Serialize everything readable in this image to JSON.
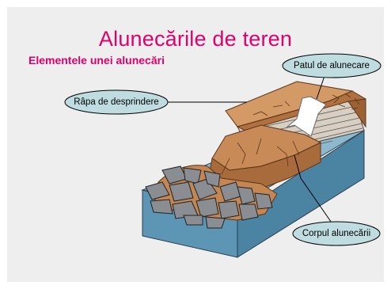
{
  "slide": {
    "title": "Alunecările de teren",
    "subtitle": "Elementele unei alunecări"
  },
  "labels": {
    "scarp": "Râpa de desprindere",
    "slip_surface": "Patul de alunecare",
    "landslide_body": "Corpul alunecării"
  },
  "colors": {
    "title": "#e0006c",
    "label_bubble": "#bfdde0",
    "water_side": "#5d96b4",
    "water_top": "#8db9cf",
    "soil": "#c48653",
    "soil_dark": "#9c6233",
    "rock": "#8a8d91",
    "slope_arrow": "#ffffff"
  }
}
